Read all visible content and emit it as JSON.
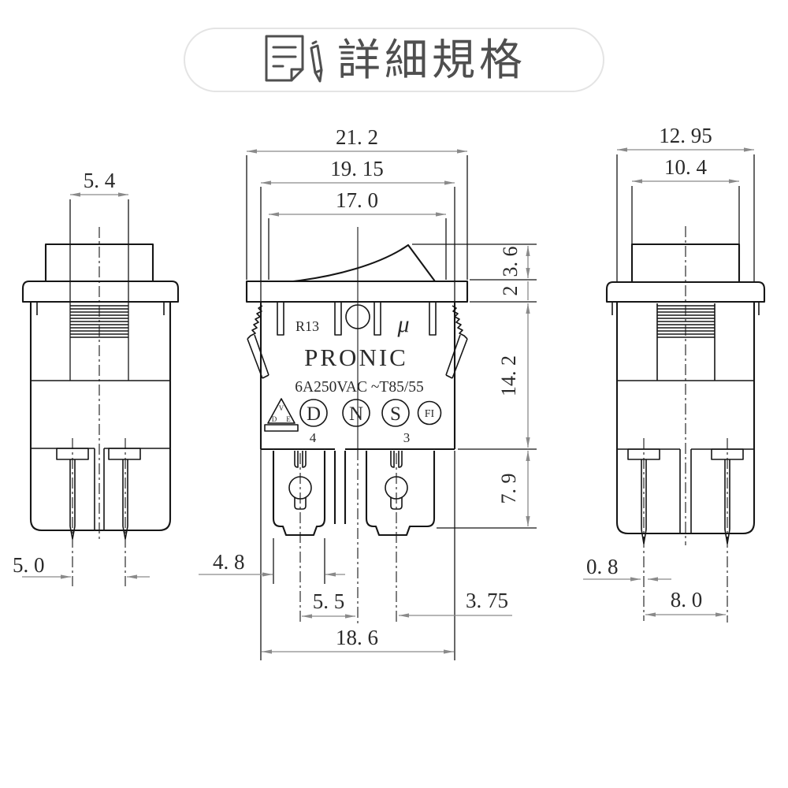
{
  "header": {
    "title": "詳細規格",
    "icon": "document-pencil-icon"
  },
  "drawing": {
    "colors": {
      "line": "#161616",
      "dimension": "#8a8a8a",
      "text": "#2a2a2a"
    },
    "left_side_view": {
      "dims": {
        "rib_width": "5. 4",
        "pin_pitch": "5. 0"
      }
    },
    "front_view": {
      "dims": {
        "overall_width": "21. 2",
        "body_width": "19. 15",
        "opening_width": "17. 0",
        "rocker_height": "3. 6",
        "flange_thickness": "2",
        "body_height": "14. 2",
        "terminal_height": "7. 9",
        "terminal_block_width": "4. 8",
        "pin_to_center": "5. 5",
        "pin_to_edge": "3. 75",
        "mounting_width": "18. 6"
      },
      "markings": {
        "radius_label": "R13",
        "micro_gap_symbol": "μ",
        "brand": "PRONIC",
        "rating": "6A250VAC ~T85/55",
        "vde_letters": [
          "V",
          "D",
          "E"
        ],
        "cert_d": "D",
        "cert_n": "N",
        "cert_s": "S",
        "cert_fi": "FI",
        "terminal_no_left": "4",
        "terminal_no_right": "3"
      }
    },
    "right_side_view": {
      "dims": {
        "overall_width": "12. 95",
        "button_width": "10. 4",
        "pin_thickness": "0. 8",
        "pin_pitch": "8. 0"
      }
    }
  }
}
